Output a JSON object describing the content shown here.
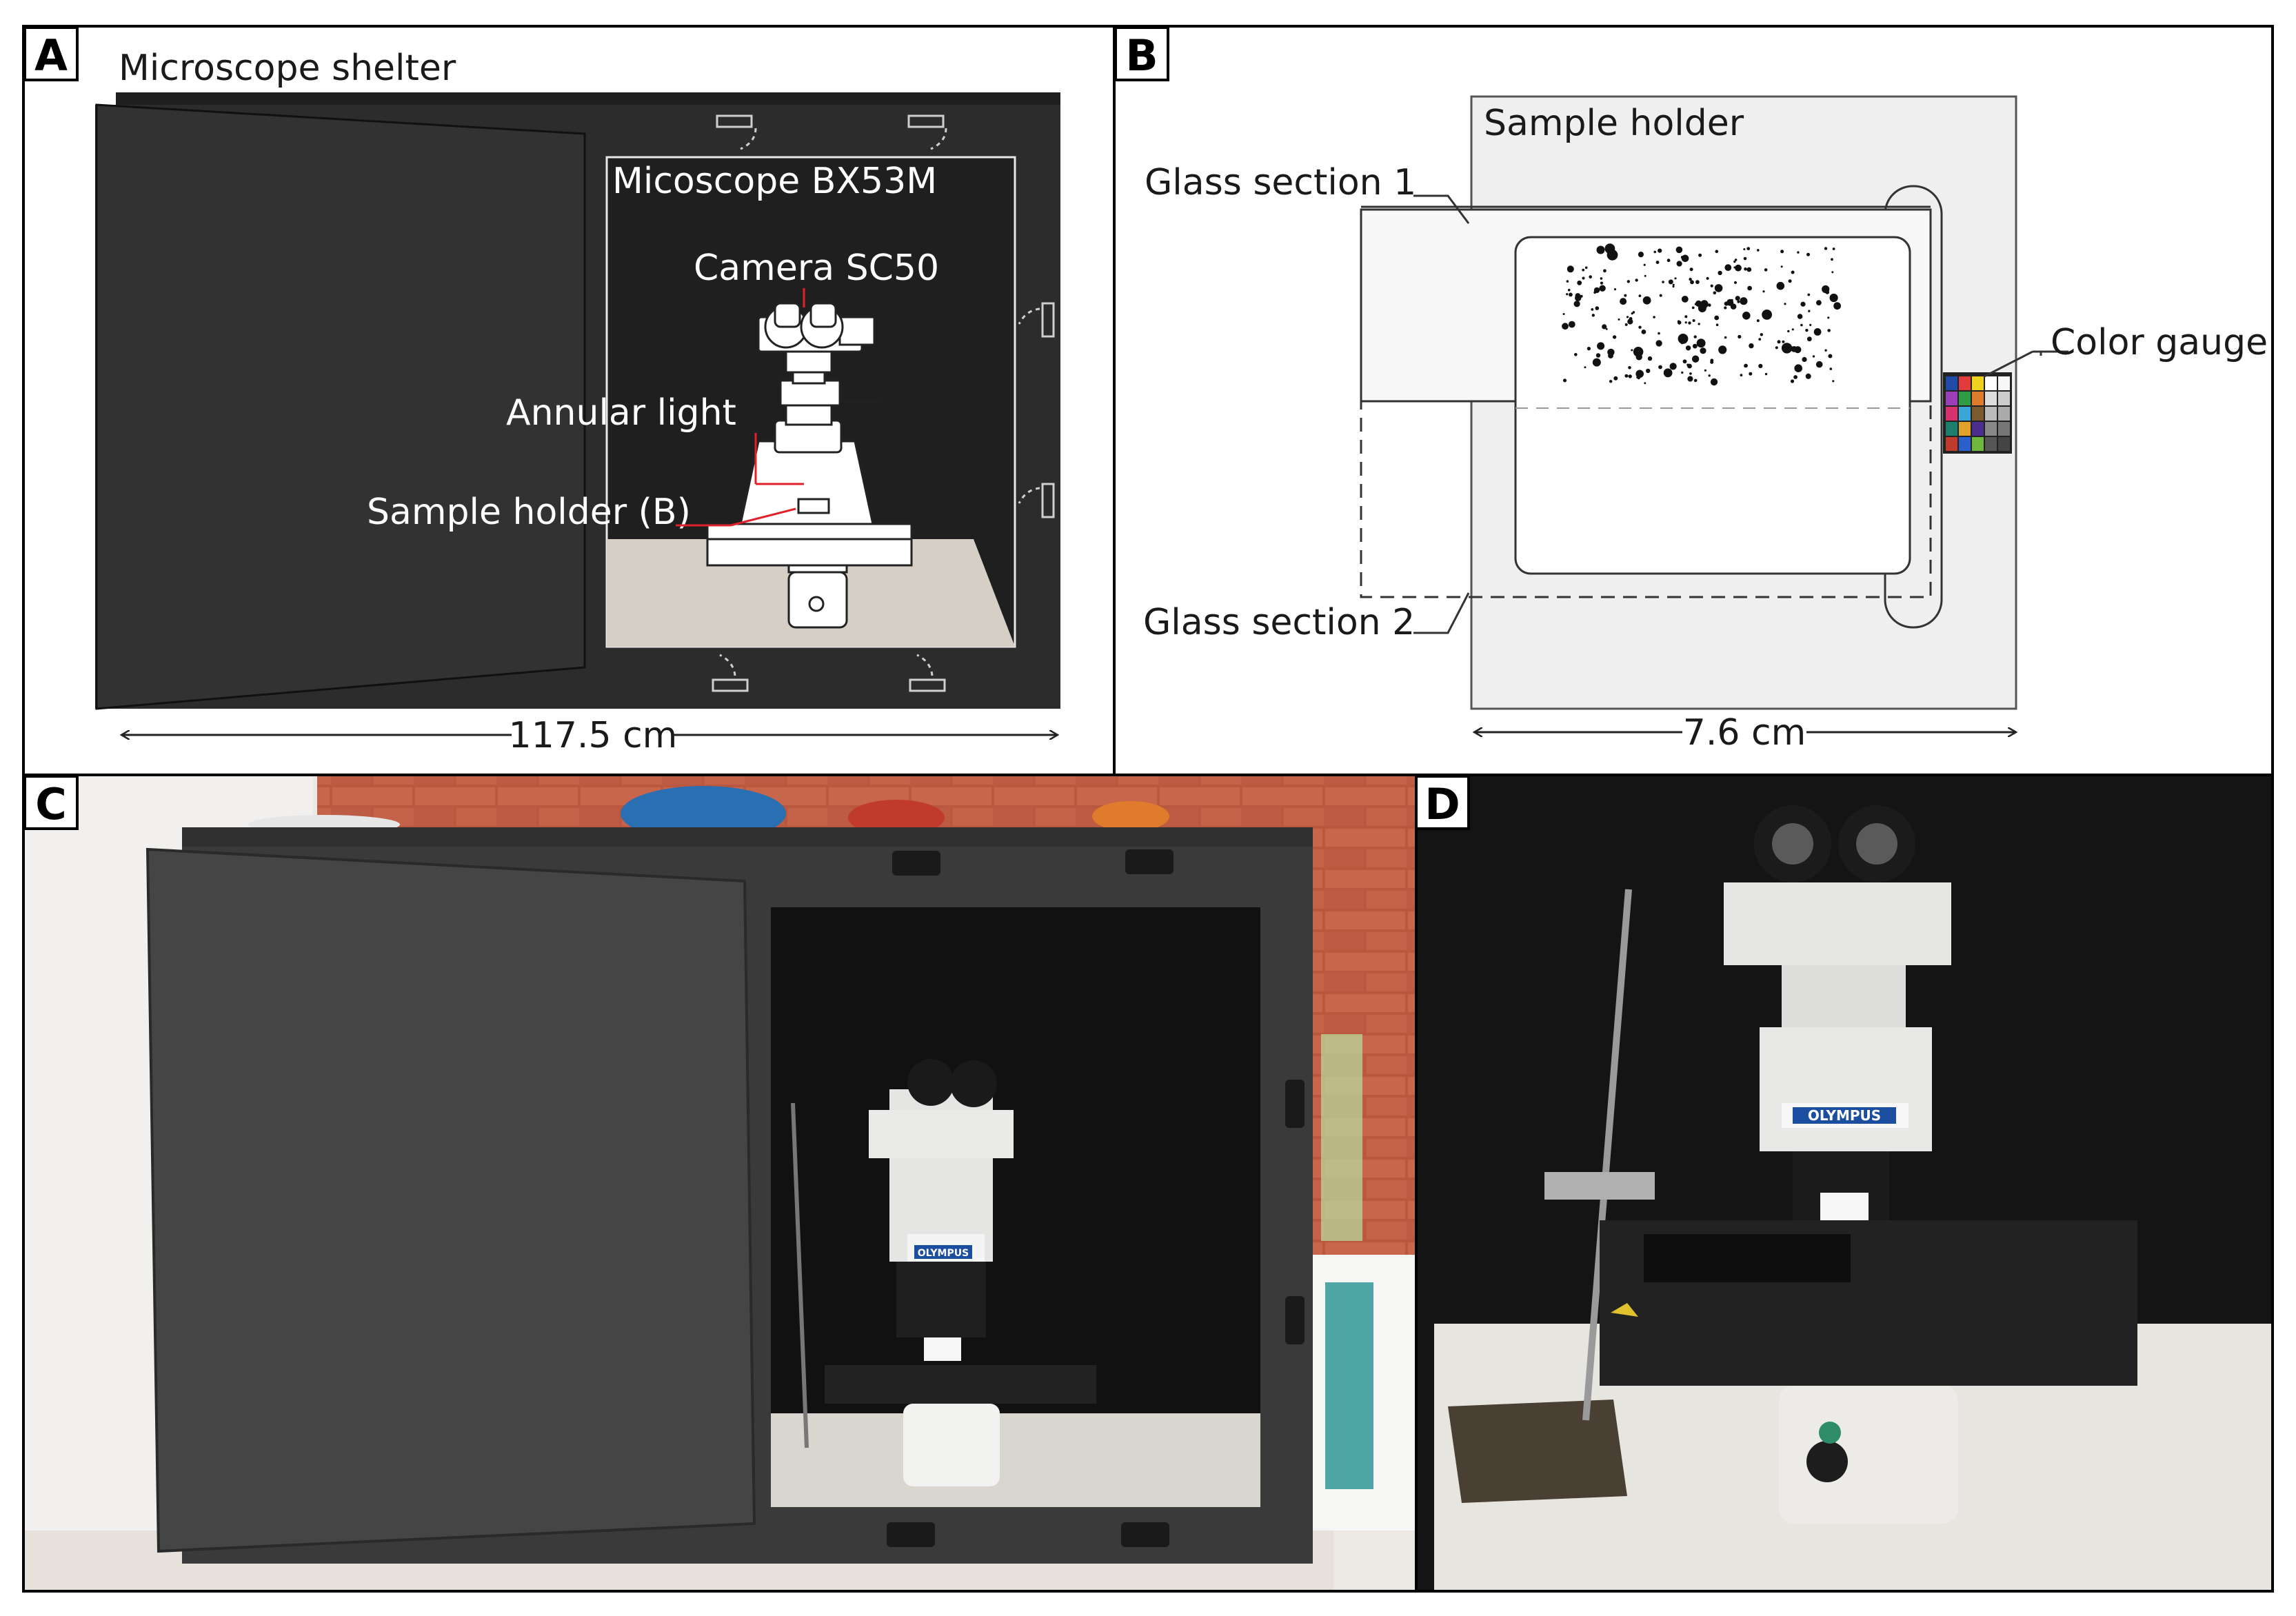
{
  "panels": {
    "a": {
      "letter": "A",
      "labels": {
        "shelter": "Microscope shelter",
        "microscope": "Micoscope BX53M",
        "camera": "Camera SC50",
        "annular": "Annular light",
        "sample_holder": "Sample holder (B)",
        "width": "117.5 cm"
      }
    },
    "b": {
      "letter": "B",
      "labels": {
        "sample_holder": "Sample holder",
        "glass1": "Glass section 1",
        "glass2": "Glass section 2",
        "color_gauge": "Color gauge",
        "width": "7.6 cm"
      }
    },
    "c": {
      "letter": "C",
      "brand_logo": "OLYMPUS"
    },
    "d": {
      "letter": "D",
      "brand_logo": "OLYMPUS"
    }
  },
  "colors": {
    "shelter_dark": "#2f2f2f",
    "floor": "#d6cfc6",
    "leader_red": "#e0202a",
    "brick": "#b8543e",
    "logo_blue": "#1c4ea0"
  }
}
